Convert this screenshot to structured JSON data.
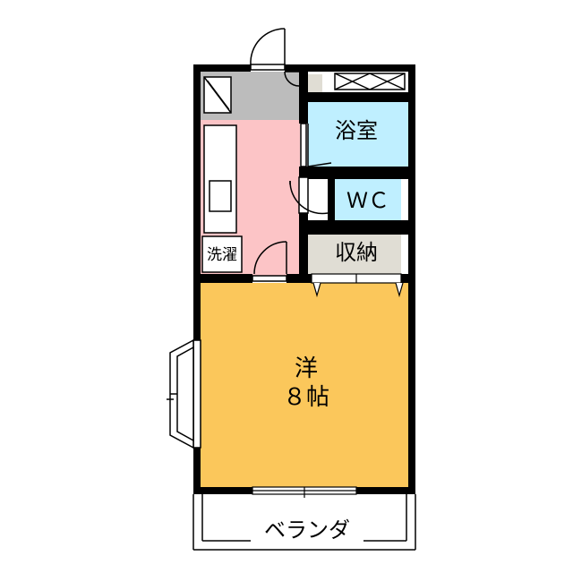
{
  "rooms": {
    "bathroom": {
      "label": "浴室",
      "color": "#bfefff"
    },
    "toilet": {
      "label": "ＷＣ",
      "color": "#bfefff"
    },
    "storage": {
      "label": "収納",
      "color": "#e0ddd4"
    },
    "laundry": {
      "label": "洗濯"
    },
    "western_room": {
      "label": "洋",
      "size": "８帖",
      "color": "#fbc75b"
    },
    "kitchen": {
      "color": "#fcc4c6"
    },
    "entrance": {
      "color": "#bcbcbc"
    }
  },
  "balcony": {
    "label": "ベランダ"
  },
  "wall_color": "#000000"
}
